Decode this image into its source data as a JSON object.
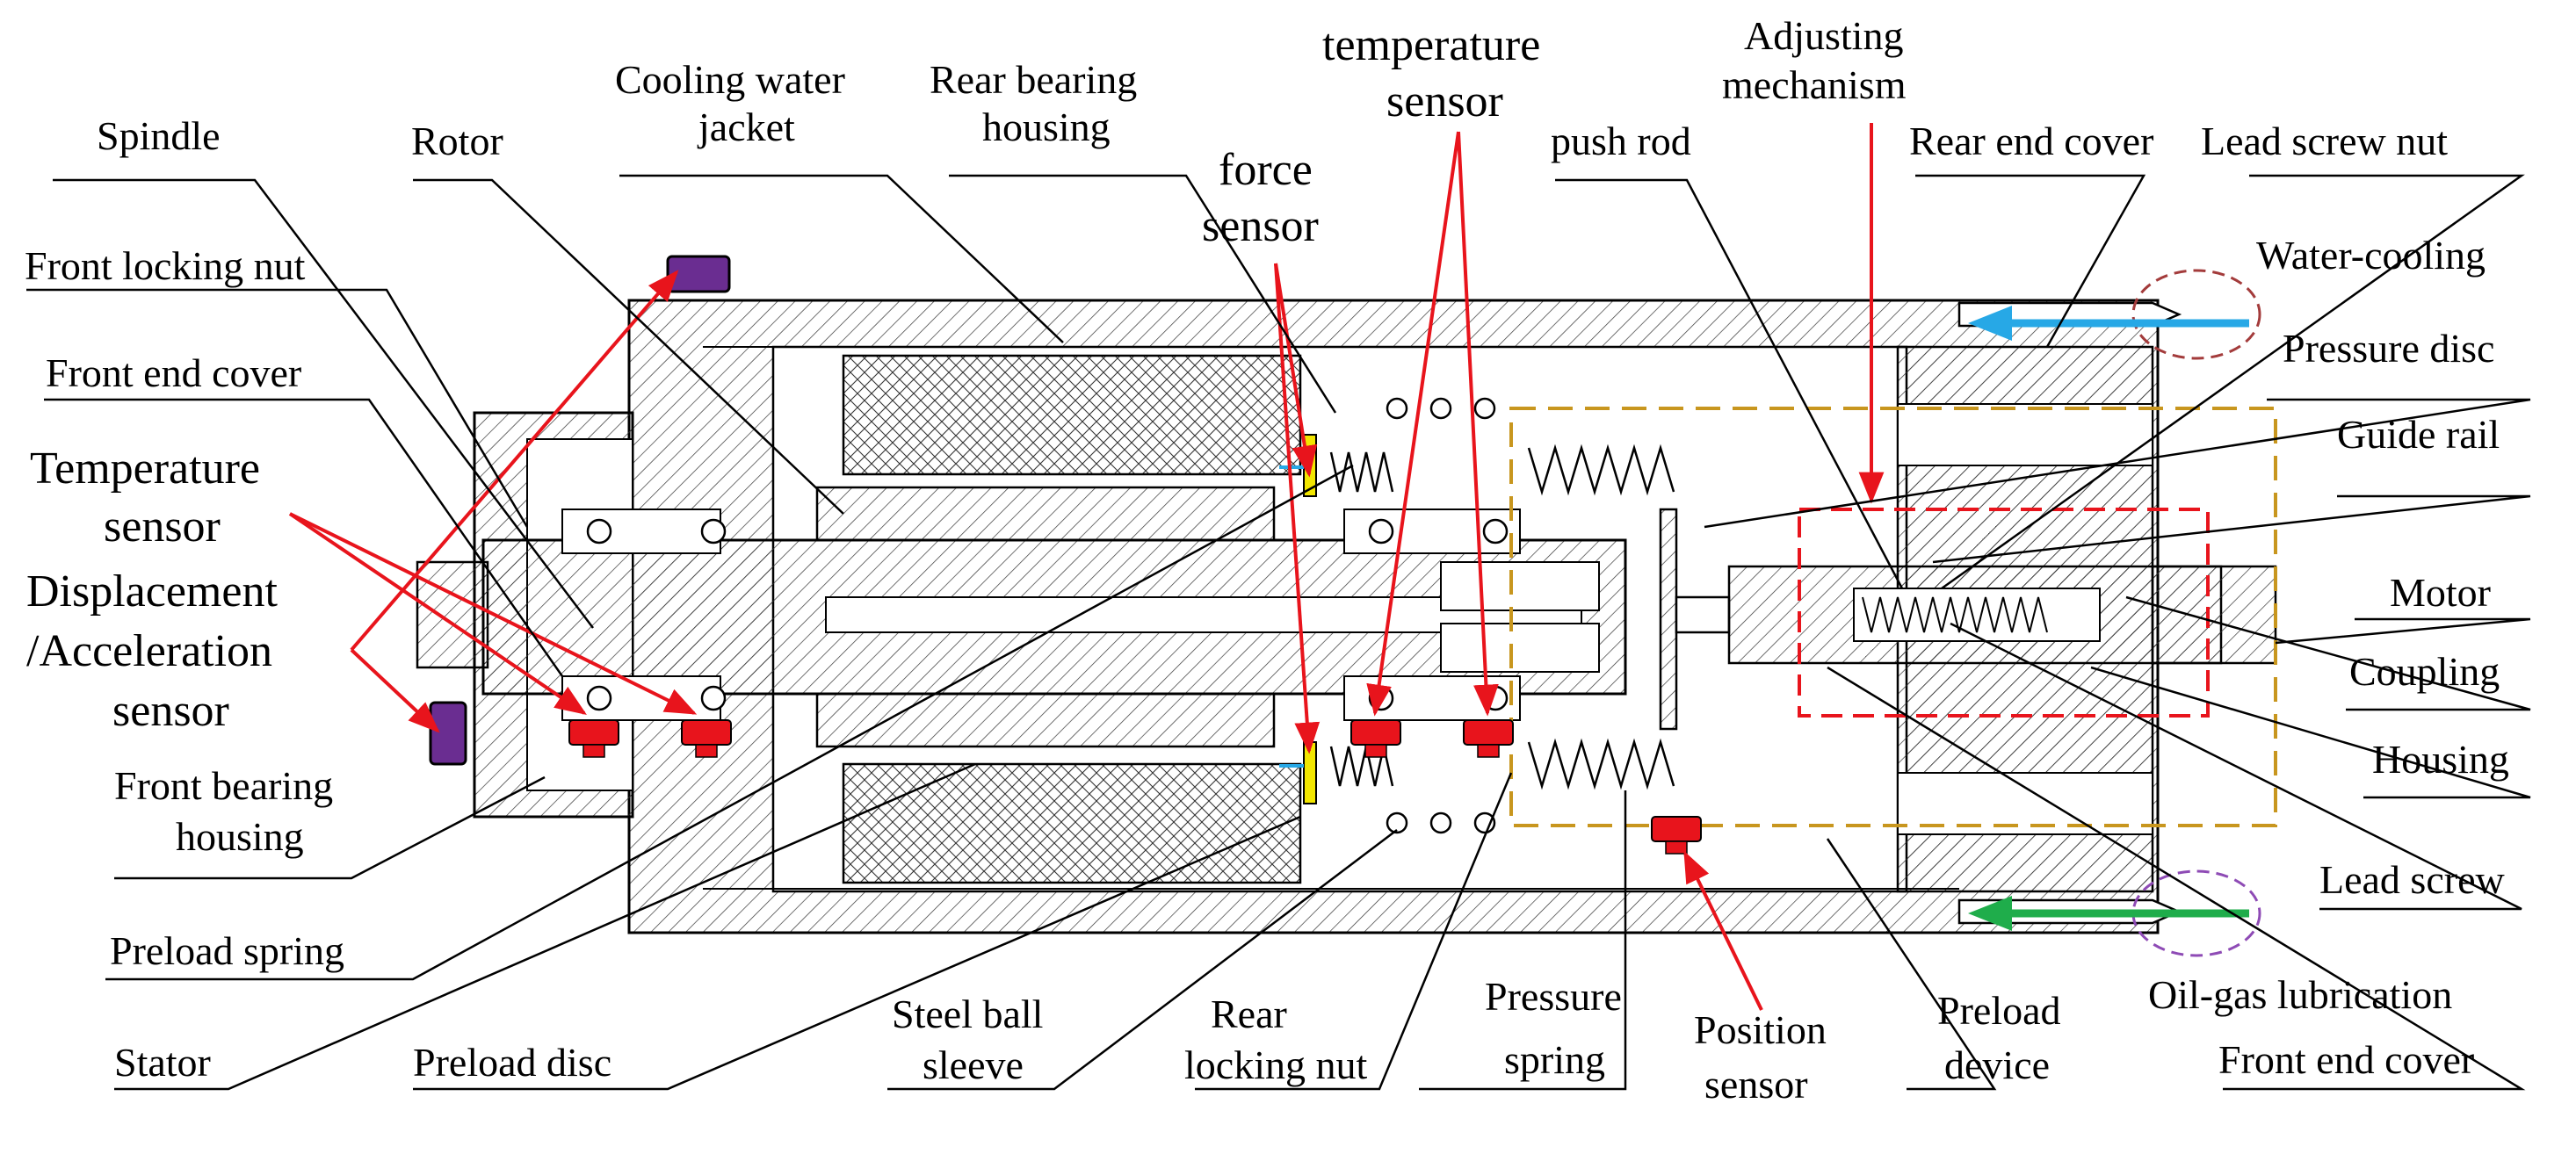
{
  "labels": {
    "spindle": "Spindle",
    "rotor": "Rotor",
    "cooling_water_jacket_1": "Cooling water",
    "cooling_water_jacket_2": "jacket",
    "rear_bearing_housing_1": "Rear bearing",
    "rear_bearing_housing_2": "housing",
    "force_sensor_1": "force",
    "force_sensor_2": "sensor",
    "temperature_sensor_top_1": "temperature",
    "temperature_sensor_top_2": "sensor",
    "push_rod": "push rod",
    "adjusting_mechanism_1": "Adjusting",
    "adjusting_mechanism_2": "mechanism",
    "rear_end_cover": "Rear end cover",
    "lead_screw_nut": "Lead screw nut",
    "water_cooling": "Water-cooling",
    "pressure_disc": "Pressure disc",
    "guide_rail": "Guide rail",
    "motor": "Motor",
    "coupling": "Coupling",
    "housing": "Housing",
    "lead_screw": "Lead screw",
    "oil_gas_lubrication": "Oil-gas lubrication",
    "front_end_cover_right": "Front end cover",
    "front_locking_nut": "Front locking nut",
    "front_end_cover_left": "Front end cover",
    "temperature_sensor_left_1": "Temperature",
    "temperature_sensor_left_2": "sensor",
    "displacement_1": "Displacement",
    "displacement_2": "/Acceleration",
    "displacement_3": "sensor",
    "front_bearing_housing_1": "Front bearing",
    "front_bearing_housing_2": "housing",
    "preload_spring": "Preload spring",
    "stator": "Stator",
    "preload_disc": "Preload disc",
    "steel_ball_sleeve_1": "Steel ball",
    "steel_ball_sleeve_2": "sleeve",
    "rear_locking_nut_1": "Rear",
    "rear_locking_nut_2": "locking nut",
    "pressure_spring_1": "Pressure",
    "pressure_spring_2": "spring",
    "position_sensor_1": "Position",
    "position_sensor_2": "sensor",
    "preload_device_1": "Preload",
    "preload_device_2": "device"
  },
  "colors": {
    "sensor_red": "#e8141c",
    "displacement_sensor_purple": "#6a2d91",
    "water_arrow_blue": "#27a8e6",
    "oil_arrow_green": "#1fad4b",
    "preload_box_gold": "#c8961e",
    "adjusting_box_red": "#e8141c",
    "water_ellipse": "#a33b3b",
    "oil_ellipse": "#8e4bb5",
    "force_sensor_yellow": "#f2e600",
    "force_sensor_blue": "#27a8e6"
  }
}
